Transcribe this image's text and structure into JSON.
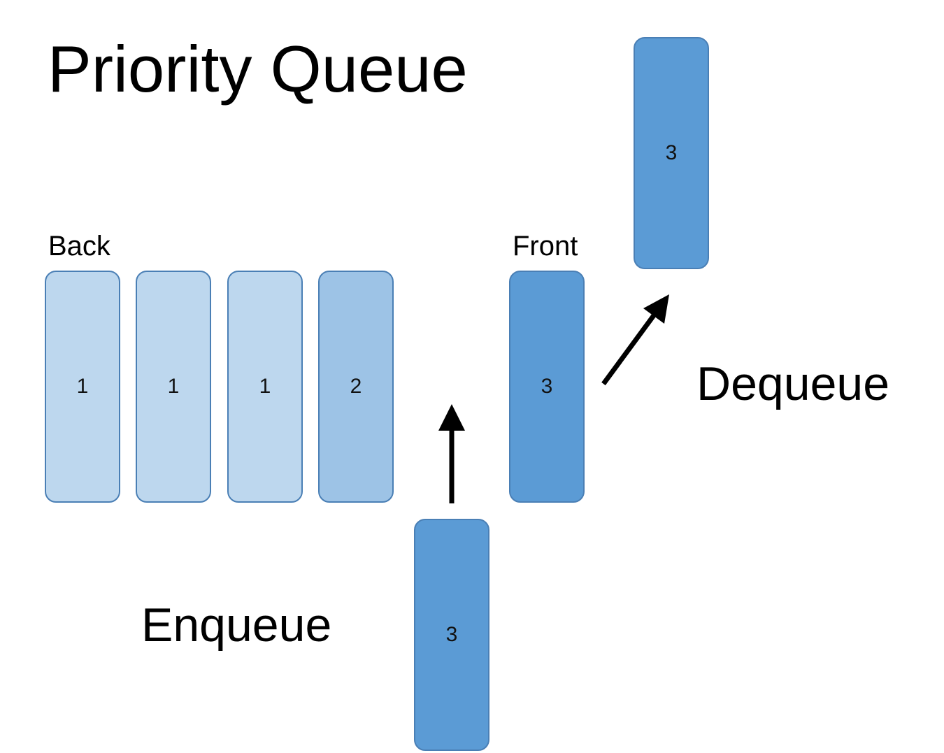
{
  "title": "Priority Queue",
  "labels": {
    "back": "Back",
    "front": "Front",
    "enqueue": "Enqueue",
    "dequeue": "Dequeue"
  },
  "queue": [
    {
      "priority": "1",
      "color": "#bdd7ee"
    },
    {
      "priority": "1",
      "color": "#bdd7ee"
    },
    {
      "priority": "1",
      "color": "#bdd7ee"
    },
    {
      "priority": "2",
      "color": "#9dc3e6"
    }
  ],
  "front_item": {
    "priority": "3",
    "color": "#5b9bd5"
  },
  "enqueued_item": {
    "priority": "3",
    "color": "#5b9bd5"
  },
  "dequeued_item": {
    "priority": "3",
    "color": "#5b9bd5"
  },
  "colors": {
    "border": "#4a7fb5",
    "arrow": "#000000"
  }
}
